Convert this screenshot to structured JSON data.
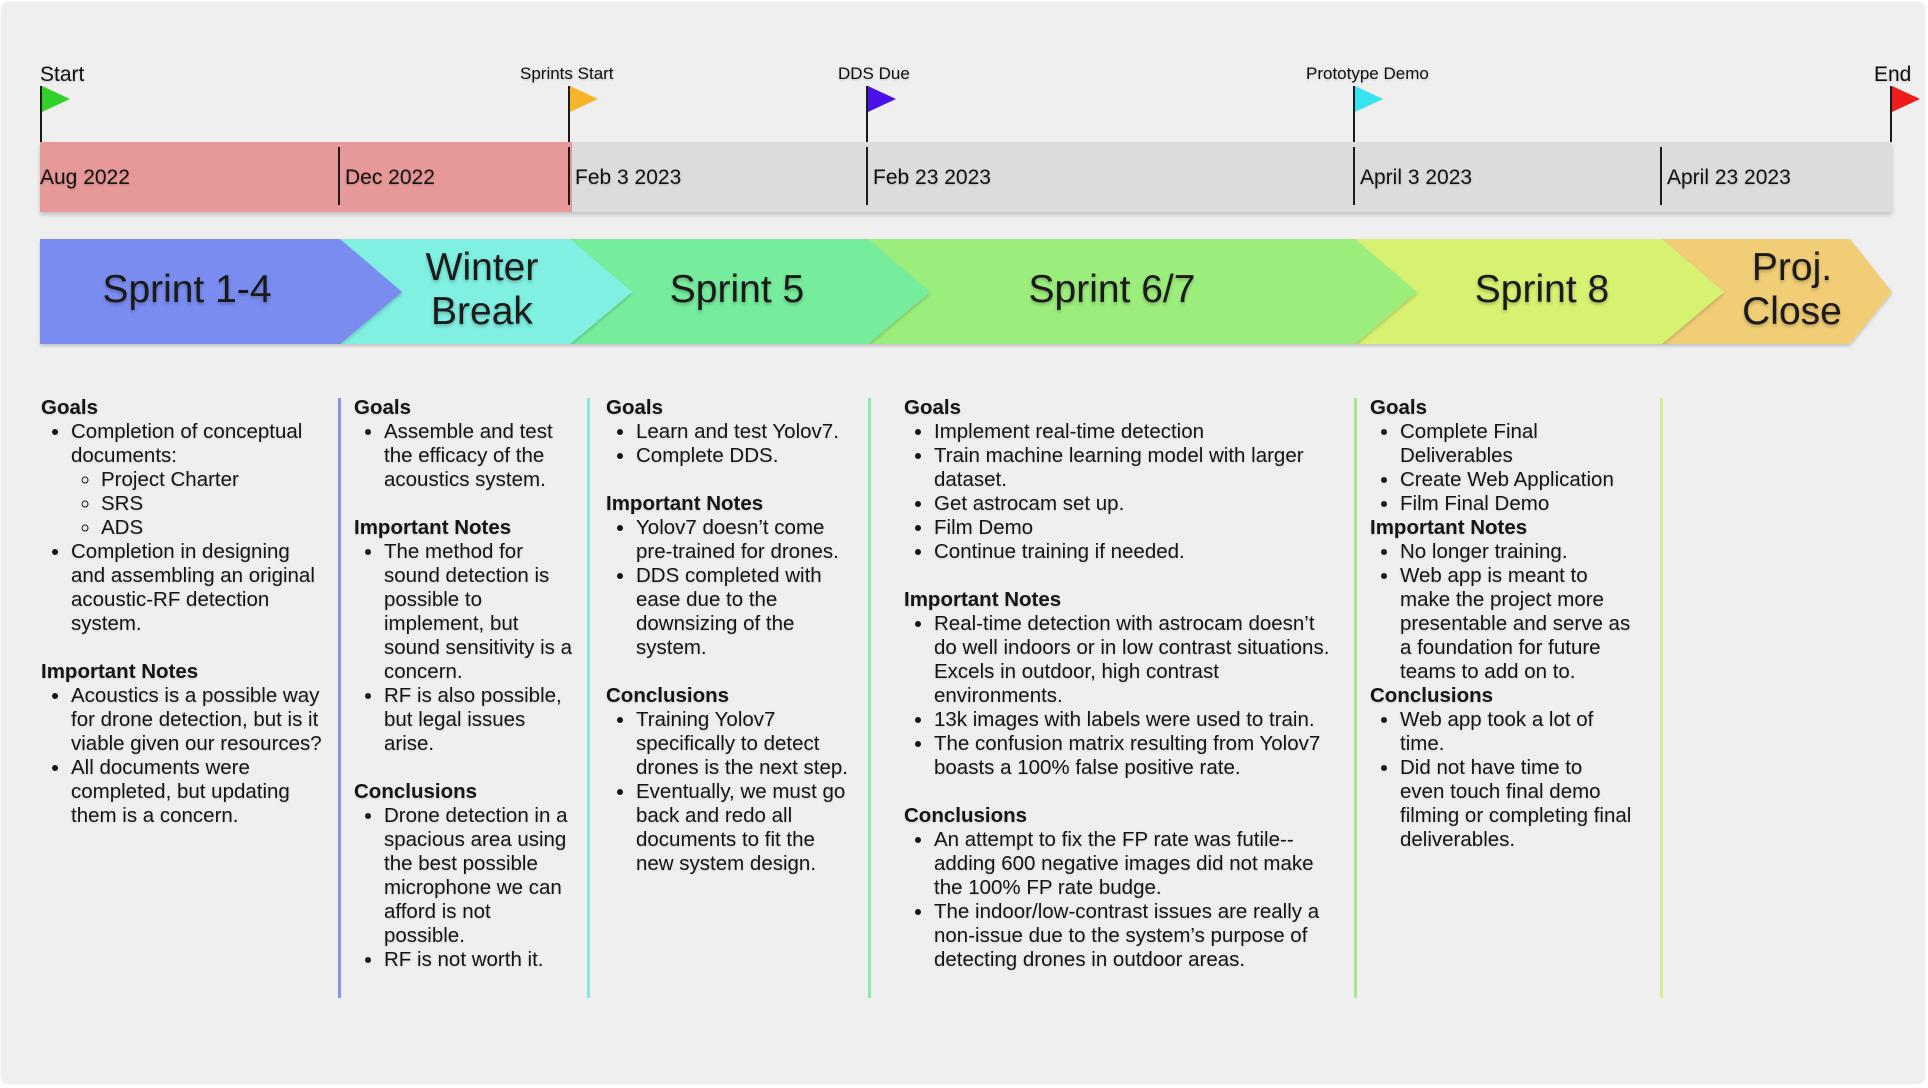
{
  "milestones": [
    {
      "label": "Start",
      "color": "#2fd12a"
    },
    {
      "label": "Sprints Start",
      "color": "#f5b42a"
    },
    {
      "label": "DDS Due",
      "color": "#4b12e8"
    },
    {
      "label": "Prototype Demo",
      "color": "#35e3f2"
    },
    {
      "label": "End",
      "color": "#ee1c1c"
    }
  ],
  "dates": [
    "Aug 2022",
    "Dec 2022",
    "Feb 3 2023",
    "Feb 23 2023",
    "April 3 2023",
    "April 23 2023"
  ],
  "phases": [
    {
      "line1": "Sprint 1-4",
      "line2": "",
      "color": "#7a8cf0"
    },
    {
      "line1": "Winter",
      "line2": "Break",
      "color": "#7ff0e2"
    },
    {
      "line1": "Sprint 5",
      "line2": "",
      "color": "#76ed9c"
    },
    {
      "line1": "Sprint 6/7",
      "line2": "",
      "color": "#9cee7c"
    },
    {
      "line1": "Sprint 8",
      "line2": "",
      "color": "#d7f271"
    },
    {
      "line1": "Proj.",
      "line2": "Close",
      "color": "#f1cd74"
    }
  ],
  "headings": {
    "goals": "Goals",
    "notes": "Important Notes",
    "conclusions": "Conclusions"
  },
  "columns": [
    {
      "goals": [
        "Completion of conceptual documents:",
        "Project Charter",
        "SRS",
        "ADS",
        "Completion in designing and assembling an original acoustic-RF detection system."
      ],
      "notes": [
        "Acoustics is a possible way for drone detection, but is it viable given our resources?",
        "All documents were completed, but updating them is a concern."
      ]
    },
    {
      "goals": [
        "Assemble and test the efficacy of the acoustics system."
      ],
      "notes": [
        "The method for sound detection is possible to implement, but sound sensitivity is a concern.",
        "RF is also possible, but legal issues arise."
      ],
      "conclusions": [
        "Drone detection in a spacious area using the best possible microphone we can afford is not possible.",
        "RF is not worth it."
      ]
    },
    {
      "goals": [
        "Learn and test Yolov7.",
        "Complete DDS."
      ],
      "notes": [
        "Yolov7 doesn’t come pre-trained for drones.",
        "DDS completed with ease due to the downsizing of the system."
      ],
      "conclusions": [
        "Training Yolov7 specifically to detect drones is the next step.",
        "Eventually, we must go back and redo all documents to fit the new system design."
      ]
    },
    {
      "goals": [
        "Implement real-time detection",
        "Train machine learning model with larger dataset.",
        "Get astrocam set up.",
        "Film Demo",
        "Continue training if needed."
      ],
      "notes": [
        "Real-time detection with astrocam doesn’t do well indoors or in low contrast situations.  Excels in outdoor, high contrast environments.",
        "13k images with labels were used to train.",
        "The confusion matrix resulting from Yolov7 boasts a 100% false positive rate."
      ],
      "conclusions": [
        "An attempt to fix the FP rate was futile--adding 600 negative images did not make the 100% FP rate budge.",
        "The indoor/low-contrast issues are really a non-issue due to the system’s purpose of detecting drones in outdoor areas."
      ]
    },
    {
      "goals": [
        "Complete Final Deliverables",
        "Create Web Application",
        "Film Final Demo"
      ],
      "notes": [
        "No longer training.",
        "Web app is meant to make the project more presentable and serve as a foundation for future teams to add on to."
      ],
      "conclusions": [
        "Web app took a lot of time.",
        "Did not have time to even touch final demo filming or completing final deliverables."
      ]
    }
  ],
  "divider_colors": [
    "#8a94e6",
    "#8ae8dc",
    "#8ee8a6",
    "#a6e890",
    "#d8ee90"
  ]
}
